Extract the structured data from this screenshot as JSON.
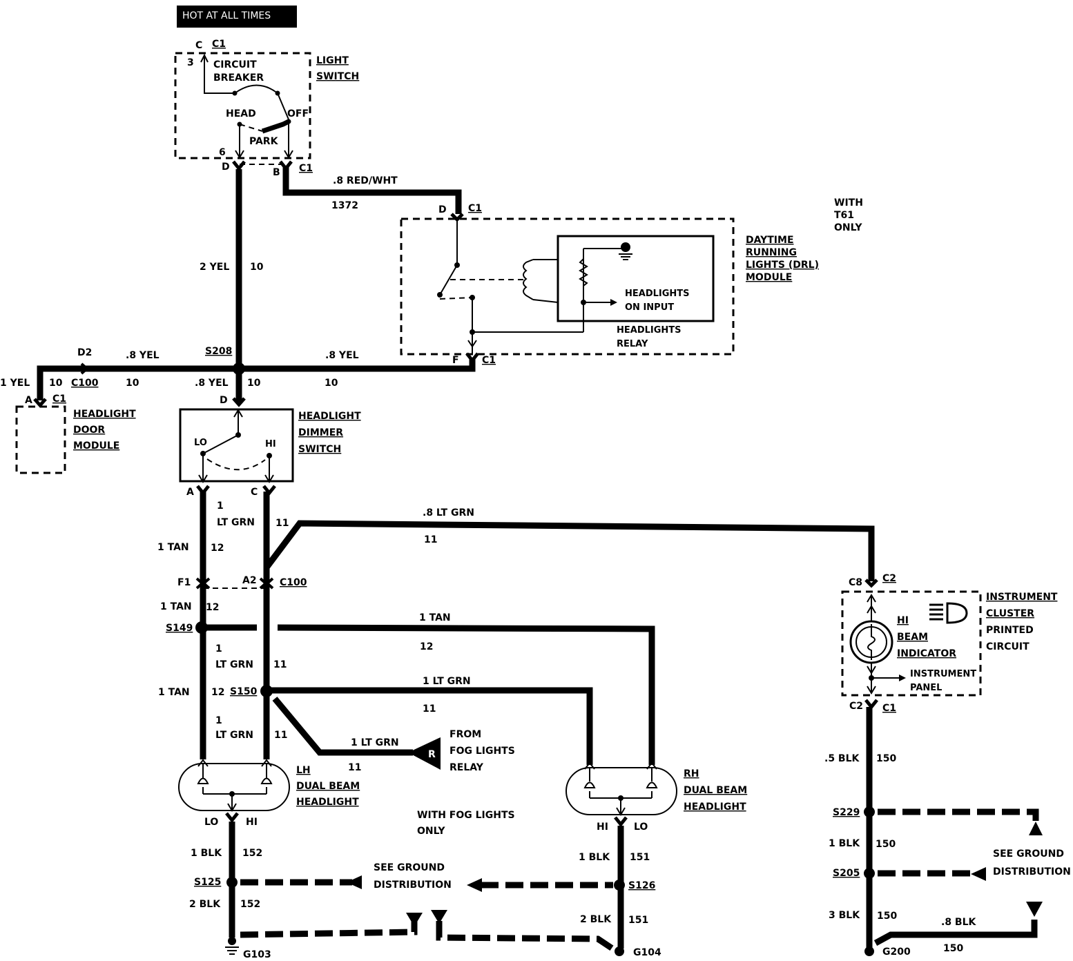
{
  "banner": "HOT AT ALL TIMES",
  "light_switch": {
    "title_lines": [
      "LIGHT",
      "SWITCH"
    ],
    "breaker_lines": [
      "CIRCUIT",
      "BREAKER"
    ],
    "pos_head": "HEAD",
    "pos_off": "OFF",
    "pos_park": "PARK",
    "pin_c": "C",
    "conn_c1": "C1",
    "pin_3": "3",
    "pin_6": "6",
    "pin_d": "D",
    "pin_b": "B",
    "conn_c1b": "C1"
  },
  "wire_redwht": {
    "size_color": ".8 RED/WHT",
    "circuit": "1372"
  },
  "t61_note": [
    "WITH",
    "T61",
    "ONLY"
  ],
  "drl": {
    "title_lines": [
      "DAYTIME",
      "RUNNING",
      "LIGHTS (DRL)",
      "MODULE"
    ],
    "input_lines": [
      "HEADLIGHTS",
      "ON INPUT"
    ],
    "relay_lines": [
      "HEADLIGHTS",
      "RELAY"
    ],
    "pin_d": "D",
    "conn_top": "C1",
    "pin_f": "F",
    "conn_bottom": "C1"
  },
  "wire_yel_main": {
    "size_color": "2 YEL",
    "circuit": "10"
  },
  "splice_s208": "S208",
  "wire_left": {
    "size_color": ".8 YEL",
    "circuit": "10",
    "pin_d2": "D2",
    "conn": "C100",
    "left_size": "1 YEL",
    "left_circuit": "10"
  },
  "wire_right": {
    "size_color": ".8 YEL",
    "circuit": "10"
  },
  "wire_down": {
    "size_color": ".8 YEL",
    "circuit": "10",
    "pin_d": "D"
  },
  "door_module": {
    "title_lines": [
      "HEADLIGHT",
      "DOOR",
      "MODULE"
    ],
    "pin_a": "A",
    "conn": "C1"
  },
  "dimmer": {
    "title_lines": [
      "HEADLIGHT",
      "DIMMER",
      "SWITCH"
    ],
    "lo": "LO",
    "hi": "HI",
    "pin_a": "A",
    "pin_c": "C"
  },
  "wire_tan_a": {
    "size": "1 TAN",
    "circuit": "12"
  },
  "wire_grn_c": {
    "size": "1",
    "color": "LT GRN",
    "circuit": "11"
  },
  "wire_grn_cluster": {
    "size_color": ".8 LT GRN",
    "circuit": "11"
  },
  "c100_pins": {
    "f1": "F1",
    "a2": "A2",
    "conn": "C100"
  },
  "wire_tan_b": {
    "size": "1 TAN",
    "circuit": "12"
  },
  "splice_s149": "S149",
  "wire_tan_rh": {
    "size_color": "1 TAN",
    "circuit": "12"
  },
  "wire_grn_b": {
    "size": "1",
    "color": "LT GRN",
    "circuit": "11"
  },
  "wire_tan_c": {
    "size": "1 TAN",
    "circuit": "12"
  },
  "splice_s150": "S150",
  "wire_grn_rh": {
    "size_color": "1 LT GRN",
    "circuit": "11"
  },
  "wire_grn_d": {
    "size": "1",
    "color": "LT GRN",
    "circuit": "11"
  },
  "fog_wire": {
    "size_color": "1 LT GRN",
    "circuit": "11",
    "connector": "R"
  },
  "fog_relay": [
    "FROM",
    "FOG LIGHTS",
    "RELAY"
  ],
  "fog_note": [
    "WITH FOG LIGHTS",
    "ONLY"
  ],
  "lh_headlight": {
    "title_lines": [
      "LH",
      "DUAL BEAM",
      "HEADLIGHT"
    ],
    "lo": "LO",
    "hi": "HI"
  },
  "rh_headlight": {
    "title_lines": [
      "RH",
      "DUAL BEAM",
      "HEADLIGHT"
    ],
    "hi": "HI",
    "lo": "LO"
  },
  "lh_ground": {
    "w1_size": "1 BLK",
    "w1_circ": "152",
    "splice": "S125",
    "w2_size": "2 BLK",
    "w2_circ": "152",
    "ground": "G103"
  },
  "rh_ground": {
    "w1_size": "1 BLK",
    "w1_circ": "151",
    "splice": "S126",
    "w2_size": "2 BLK",
    "w2_circ": "151",
    "ground": "G104"
  },
  "ground_dist_center": [
    "SEE GROUND",
    "DISTRIBUTION"
  ],
  "cluster": {
    "title_lines": [
      "INSTRUMENT",
      "CLUSTER",
      "PRINTED",
      "CIRCUIT"
    ],
    "indicator_lines": [
      "HI",
      "BEAM",
      "INDICATOR"
    ],
    "panel_lines": [
      "INSTRUMENT",
      "PANEL"
    ],
    "pin_c8": "C8",
    "conn_c2": "C2",
    "pin_c2": "C2",
    "conn_c1": "C1"
  },
  "cluster_ground": {
    "w1_size": ".5 BLK",
    "w1_circ": "150",
    "splice_a": "S229",
    "w2_size": "1 BLK",
    "w2_circ": "150",
    "splice_b": "S205",
    "w3_size": "3 BLK",
    "w3_circ": "150",
    "w4_size": ".8 BLK",
    "w4_circ": "150",
    "ground": "G200",
    "see_lines": [
      "SEE GROUND",
      "DISTRIBUTION"
    ]
  }
}
